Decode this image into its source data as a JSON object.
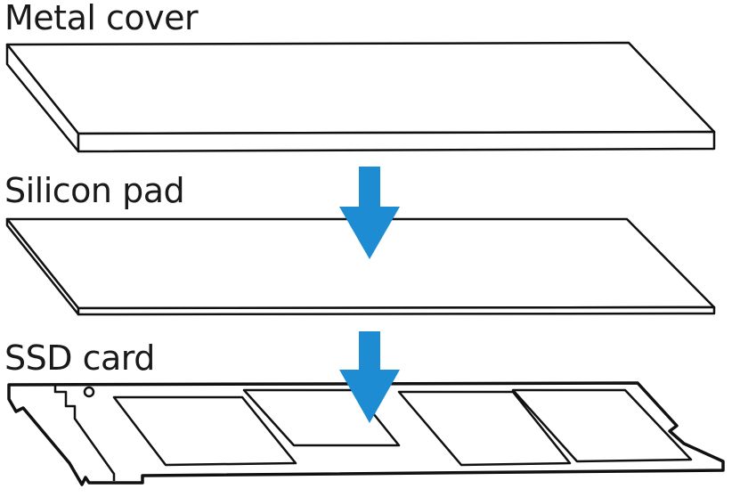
{
  "labels": {
    "metal_cover": "Metal cover",
    "silicon_pad": "Silicon pad",
    "ssd_card": "SSD card"
  },
  "colors": {
    "arrow": "#1e8cd2",
    "outline": "#111111",
    "fill": "#ffffff"
  },
  "icons": [
    "down-arrow-icon",
    "down-arrow-icon"
  ]
}
